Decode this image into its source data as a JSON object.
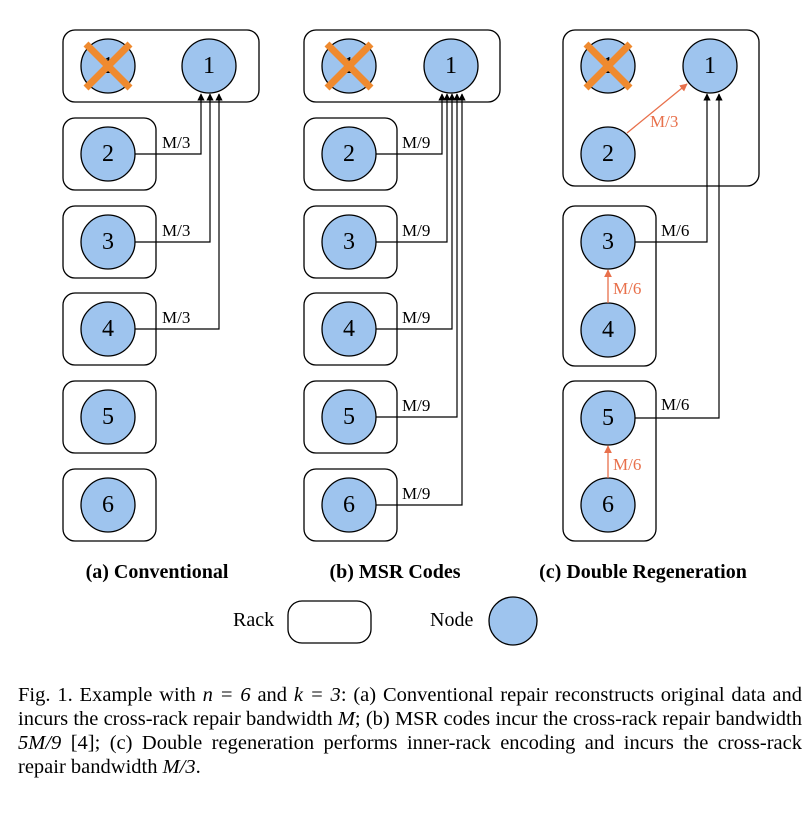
{
  "panels": [
    {
      "id": "a",
      "caption": "(a) Conventional",
      "failed_node": "1",
      "new_node": "1",
      "nodes": [
        "2",
        "3",
        "4",
        "5",
        "6"
      ],
      "edges": [
        {
          "from": "2",
          "label": "M/3"
        },
        {
          "from": "3",
          "label": "M/3"
        },
        {
          "from": "4",
          "label": "M/3"
        }
      ]
    },
    {
      "id": "b",
      "caption": "(b) MSR Codes",
      "failed_node": "1",
      "new_node": "1",
      "nodes": [
        "2",
        "3",
        "4",
        "5",
        "6"
      ],
      "edges": [
        {
          "from": "2",
          "label": "M/9"
        },
        {
          "from": "3",
          "label": "M/9"
        },
        {
          "from": "4",
          "label": "M/9"
        },
        {
          "from": "5",
          "label": "M/9"
        },
        {
          "from": "6",
          "label": "M/9"
        }
      ]
    },
    {
      "id": "c",
      "caption": "(c) Double Regeneration",
      "failed_node": "1",
      "new_node": "1",
      "nodes": [
        "2",
        "3",
        "4",
        "5",
        "6"
      ],
      "inner_edges": [
        {
          "from": "2",
          "to": "1",
          "label": "M/3"
        },
        {
          "from": "4",
          "to": "3",
          "label": "M/6"
        },
        {
          "from": "6",
          "to": "5",
          "label": "M/6"
        }
      ],
      "cross_edges": [
        {
          "from": "3",
          "label": "M/6"
        },
        {
          "from": "5",
          "label": "M/6"
        }
      ]
    }
  ],
  "legend": {
    "rack_label": "Rack",
    "node_label": "Node"
  },
  "colors": {
    "node_fill": "#9ec4ee",
    "failure_cross": "#ef8a2f",
    "inner_rack_edge": "#e8704b"
  },
  "caption": {
    "prefix": "Fig. 1.  Example with ",
    "n_eq": "n = 6",
    "and": " and ",
    "k_eq": "k = 3",
    "part1": ": (a) Conventional repair reconstructs original data and incurs the cross-rack repair bandwidth ",
    "m1": "M",
    "part2": "; (b) MSR codes incur the cross-rack repair bandwidth ",
    "m2": "5M/9",
    "part3": " [4]; (c) Double regeneration performs inner-rack encoding and incurs the cross-rack repair bandwidth ",
    "m3": "M/3",
    "part4": "."
  }
}
